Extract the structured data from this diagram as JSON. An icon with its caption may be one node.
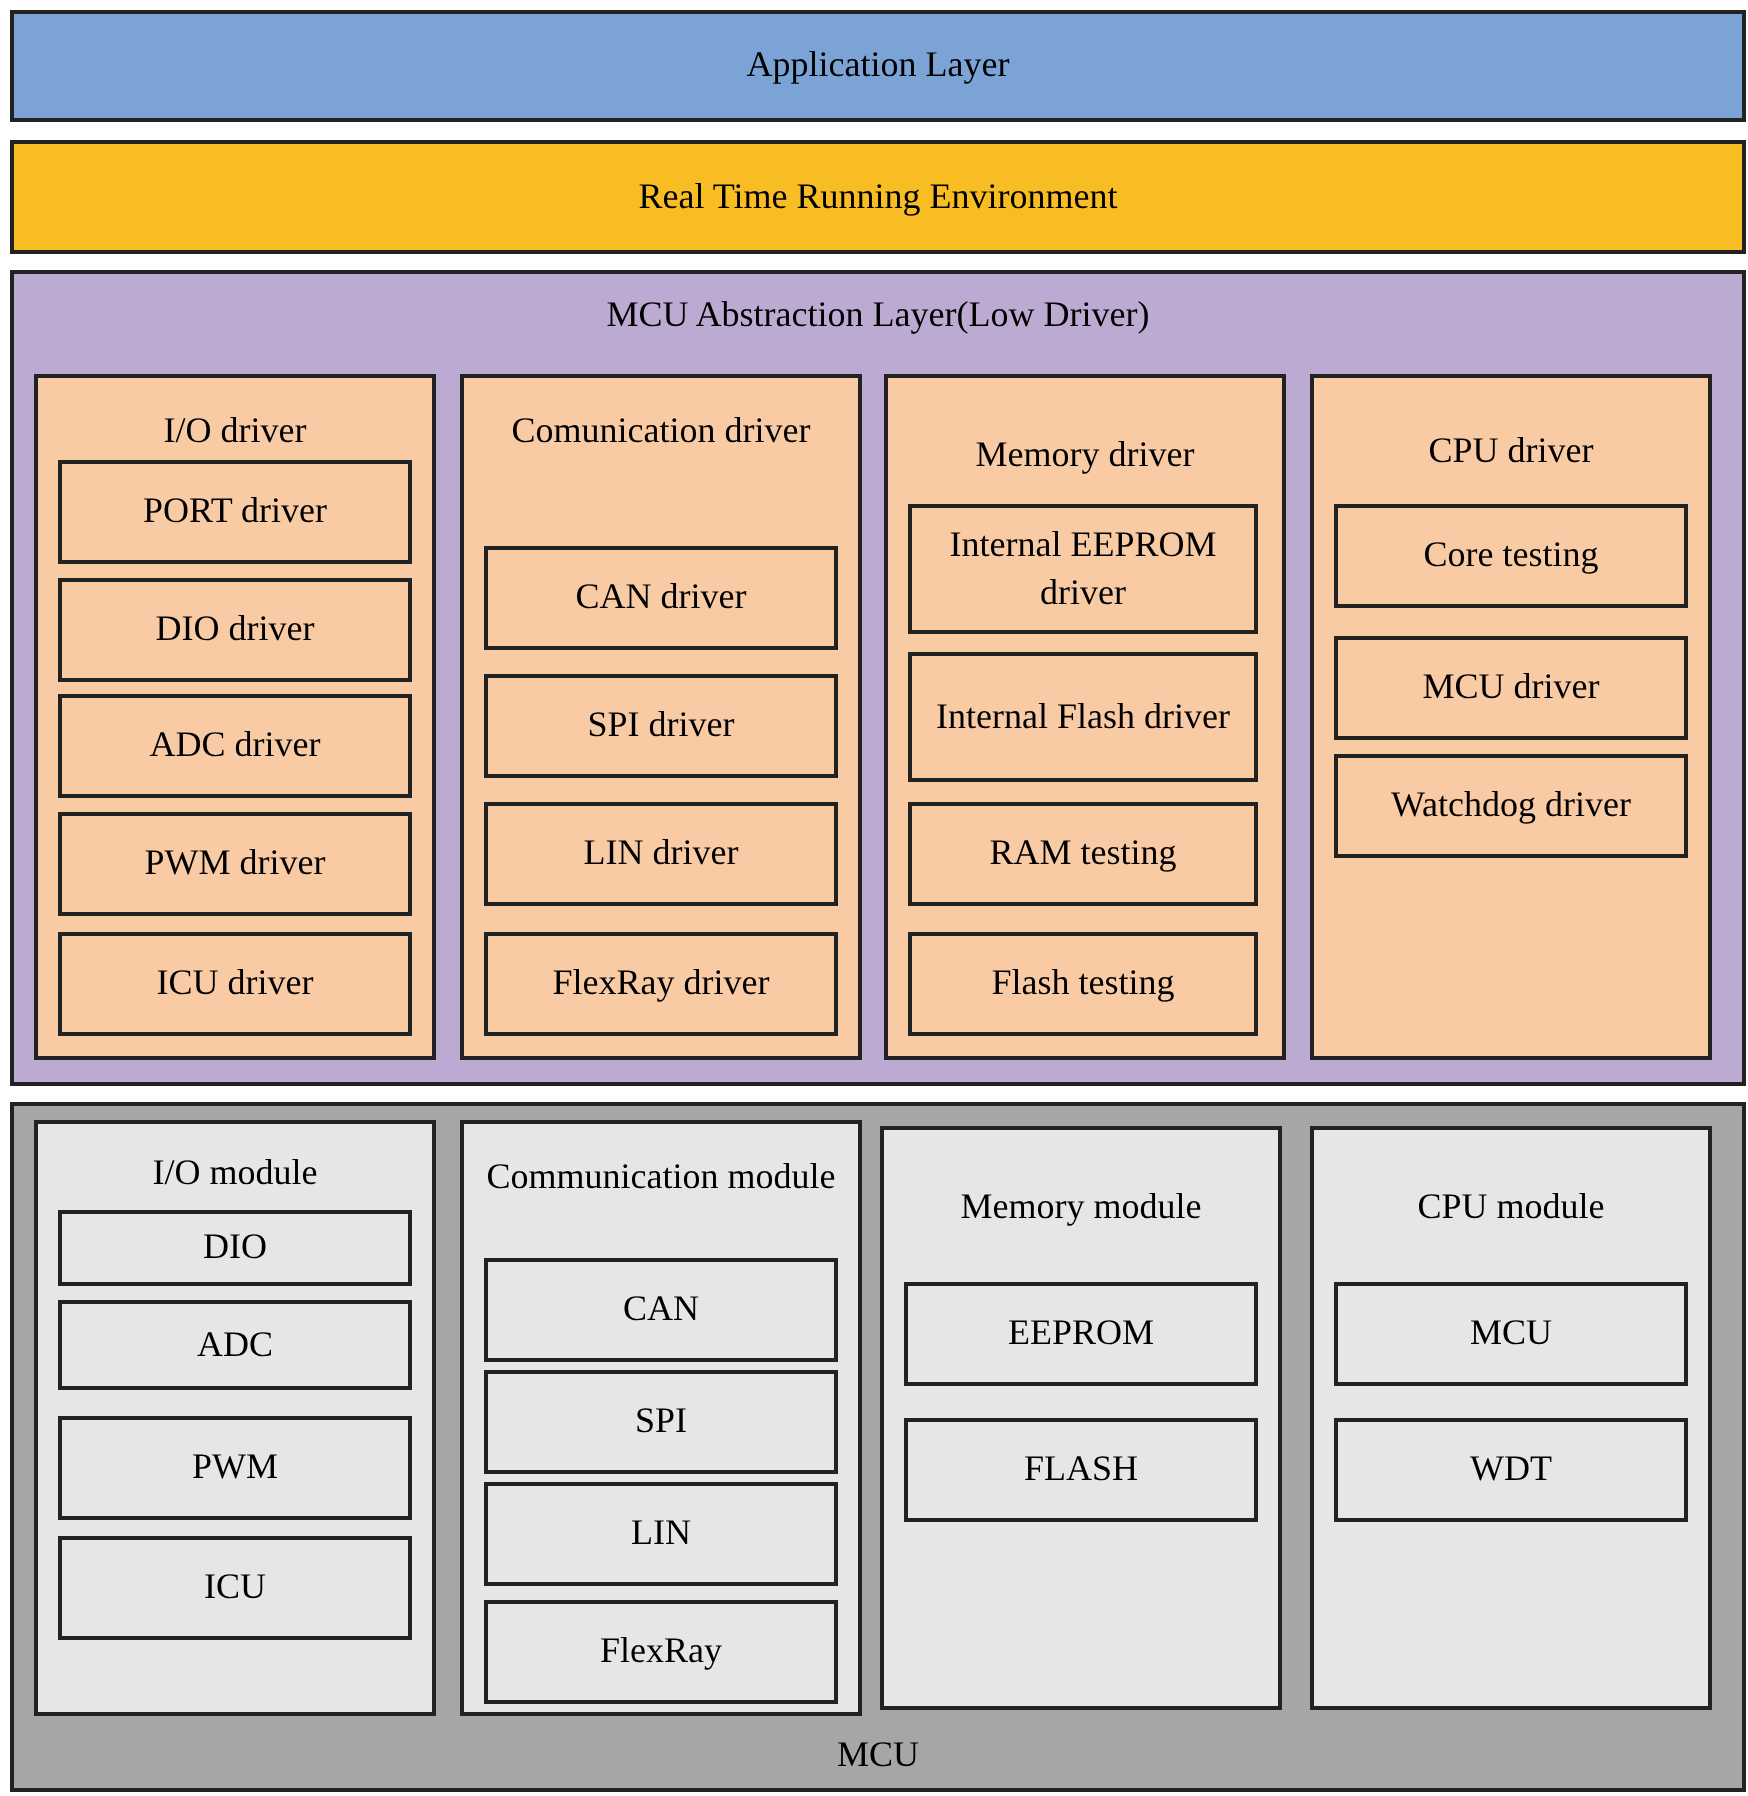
{
  "diagram": {
    "nodes": [
      {
        "text": [
          "Application Layer"
        ]
      },
      {
        "text": [
          "Real Time Running Environment"
        ]
      },
      {
        "text": [
          "MCU Abstraction Layer(Low Driver)"
        ]
      },
      {
        "text": [
          "I/O driver"
        ],
        "in": 2
      },
      {
        "text": [
          "PORT driver"
        ],
        "in": 3
      },
      {
        "text": [
          "DIO driver"
        ],
        "in": 3
      },
      {
        "text": [
          "ADC driver"
        ],
        "in": 3
      },
      {
        "text": [
          "PWM driver"
        ],
        "in": 3
      },
      {
        "text": [
          "ICU driver"
        ],
        "in": 3
      },
      {
        "text": [
          "Comunication driver"
        ],
        "in": 2
      },
      {
        "text": [
          "CAN driver"
        ],
        "in": 9
      },
      {
        "text": [
          "SPI driver"
        ],
        "in": 9
      },
      {
        "text": [
          "LIN driver"
        ],
        "in": 9
      },
      {
        "text": [
          "FlexRay driver"
        ],
        "in": 9
      },
      {
        "text": [
          "Memory driver"
        ],
        "in": 2
      },
      {
        "text": [
          "Internal EEPROM driver"
        ],
        "in": 14
      },
      {
        "text": [
          "Internal Flash driver"
        ],
        "in": 14
      },
      {
        "text": [
          "RAM testing"
        ],
        "in": 14
      },
      {
        "text": [
          "Flash testing"
        ],
        "in": 14
      },
      {
        "text": [
          "CPU driver"
        ],
        "in": 2
      },
      {
        "text": [
          "Core testing"
        ],
        "in": 19
      },
      {
        "text": [
          "MCU driver"
        ],
        "in": 19
      },
      {
        "text": [
          "Watchdog driver"
        ],
        "in": 19
      },
      {
        "text": [
          "MCU"
        ]
      },
      {
        "text": [
          "I/O module"
        ],
        "in": 23
      },
      {
        "text": [
          "DIO"
        ],
        "in": 24
      },
      {
        "text": [
          "ADC"
        ],
        "in": 24
      },
      {
        "text": [
          "PWM"
        ],
        "in": 24
      },
      {
        "text": [
          "ICU"
        ],
        "in": 24
      },
      {
        "text": [
          "Communication module"
        ],
        "in": 23
      },
      {
        "text": [
          "CAN"
        ],
        "in": 29
      },
      {
        "text": [
          "SPI"
        ],
        "in": 29
      },
      {
        "text": [
          "LIN"
        ],
        "in": 29
      },
      {
        "text": [
          "FlexRay"
        ],
        "in": 29
      },
      {
        "text": [
          "Memory module"
        ],
        "in": 23
      },
      {
        "text": [
          "EEPROM"
        ],
        "in": 34
      },
      {
        "text": [
          "FLASH"
        ],
        "in": 34
      },
      {
        "text": [
          "CPU module"
        ],
        "in": 23
      },
      {
        "text": [
          "MCU"
        ],
        "in": 37
      },
      {
        "text": [
          "WDT"
        ],
        "in": 37
      }
    ]
  }
}
